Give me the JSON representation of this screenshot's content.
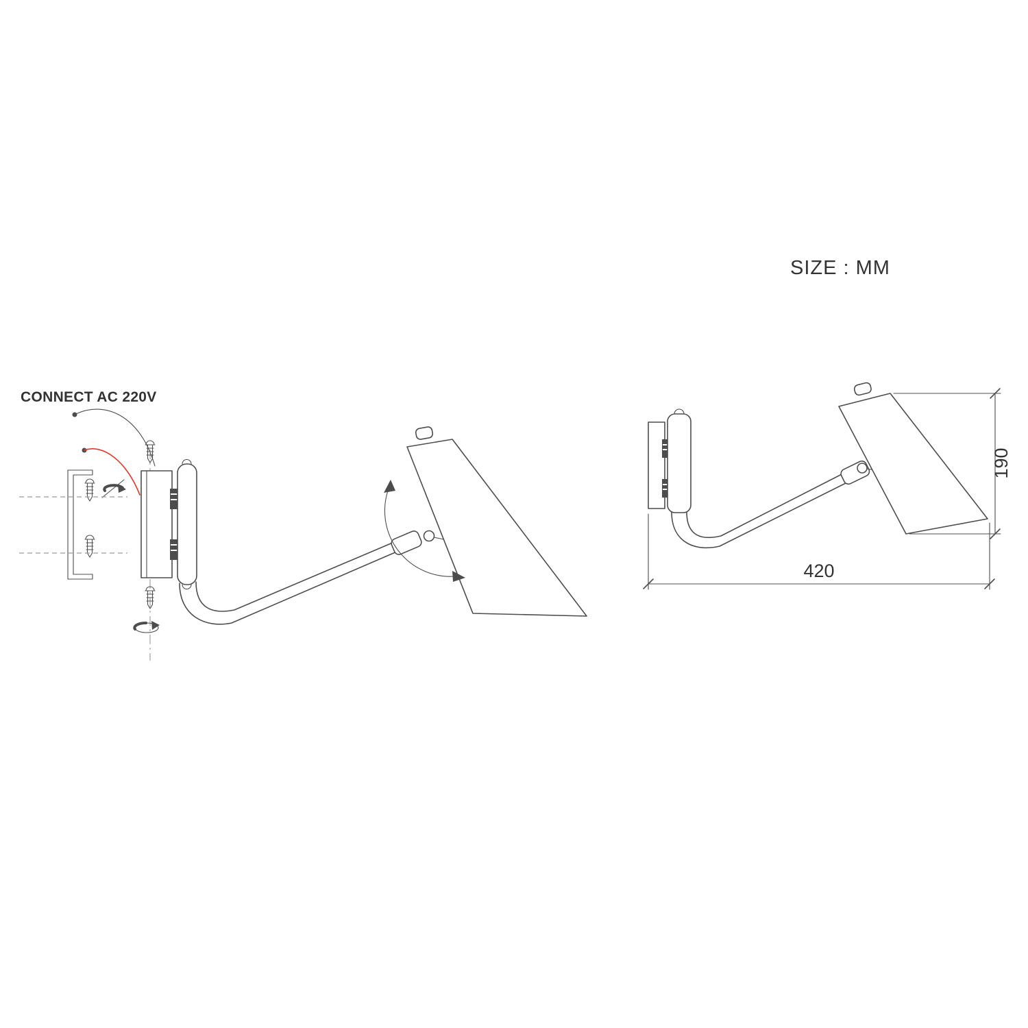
{
  "colors": {
    "line": "#4d4d4d",
    "dashed": "#9b9b9b",
    "red": "#e8392a",
    "text": "#333333",
    "bg": "#ffffff"
  },
  "labels": {
    "connect": "CONNECT AC 220V",
    "size_units": "SIZE : MM",
    "dim_width": "420",
    "dim_height": "190"
  }
}
